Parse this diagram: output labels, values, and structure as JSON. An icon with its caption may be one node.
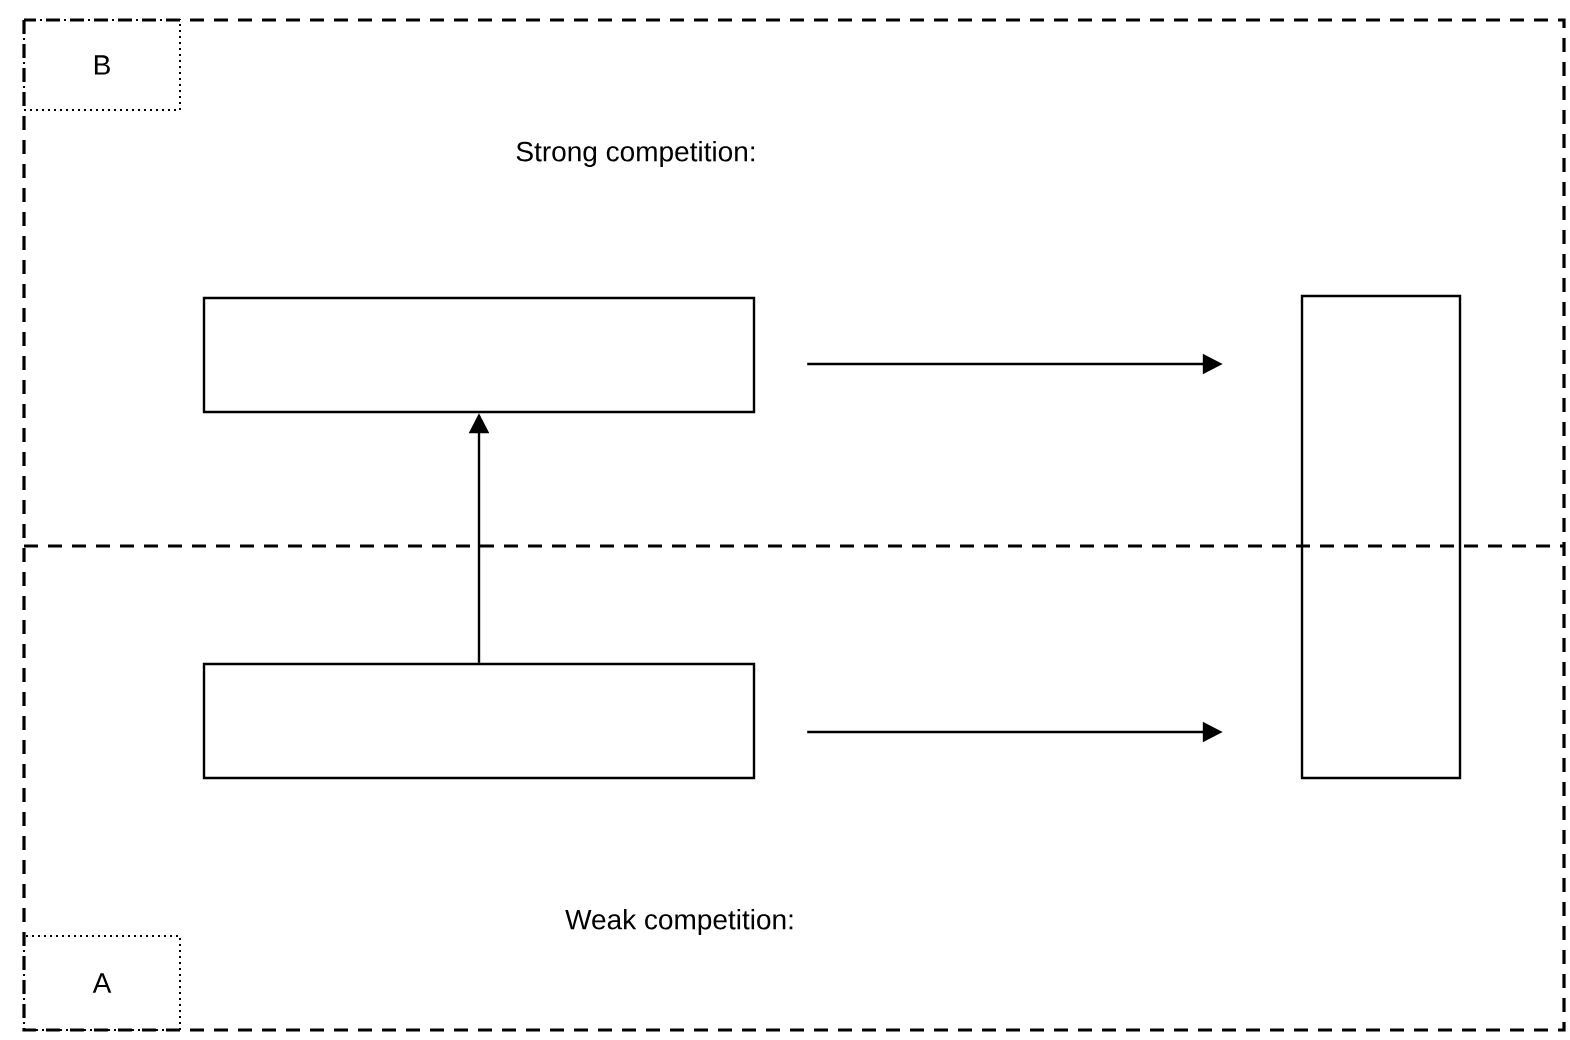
{
  "diagram": {
    "nodes": [
      {
        "text": [
          "B"
        ]
      },
      {
        "text": [],
        "shape": "box"
      },
      {
        "text": [],
        "shape": "box"
      },
      {
        "text": [],
        "shape": "box"
      },
      {
        "text": [
          "A"
        ]
      }
    ],
    "edges": [
      {
        "from": 1,
        "to": 2,
        "arrow": "to"
      },
      {
        "from": 3,
        "to": 1,
        "arrow": "to"
      },
      {
        "from": 3,
        "to": 2,
        "arrow": "to"
      }
    ],
    "labels": [
      "Strong competition:",
      "Weak competition:"
    ]
  }
}
